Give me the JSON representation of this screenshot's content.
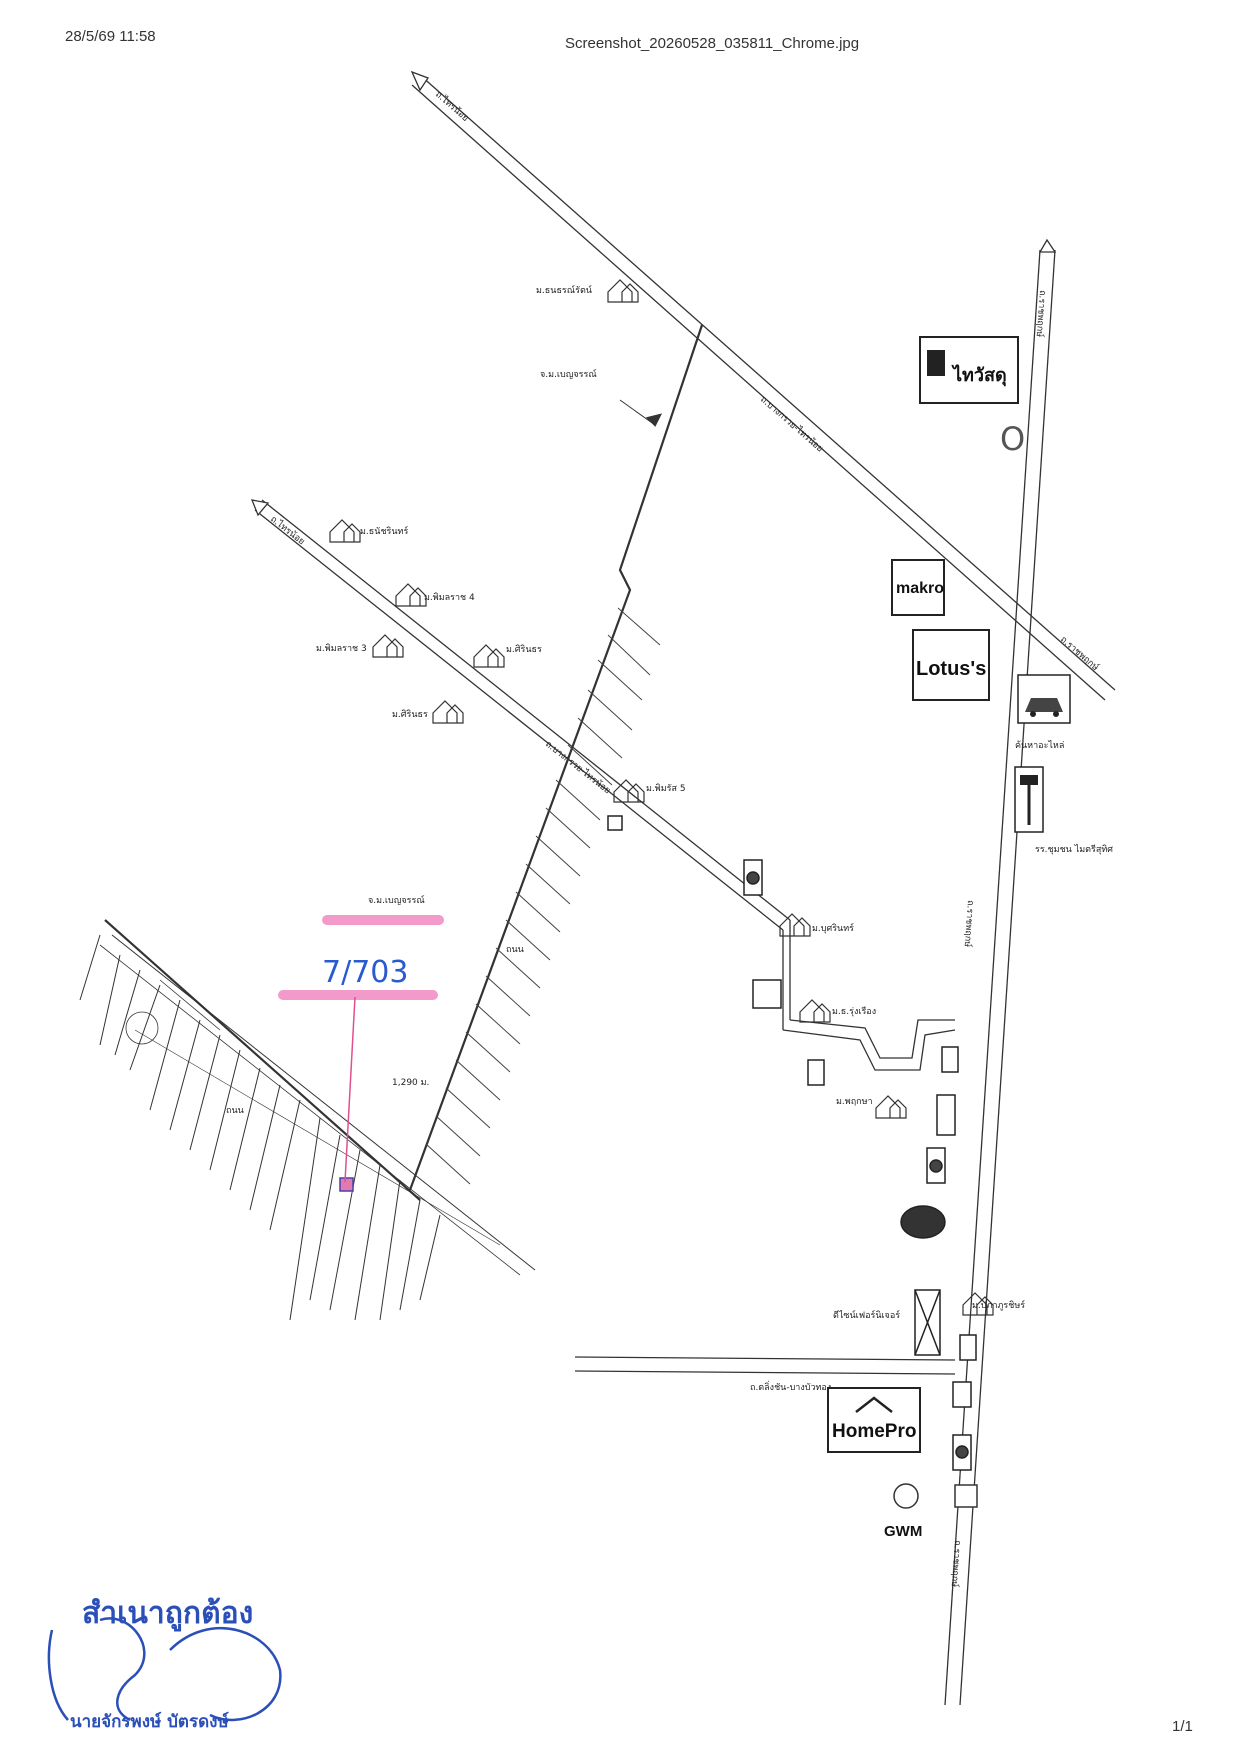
{
  "header": {
    "datetime": "28/5/69 11:58",
    "filename": "Screenshot_20260528_035811_Chrome.jpg"
  },
  "footer": {
    "page": "1/1"
  },
  "annotation": {
    "plot_number": "7/703"
  },
  "brands": {
    "thaiwatsadu": "ไทวัสดุ",
    "makro": "makro",
    "lotus": "Lotus's",
    "homepro": "HomePro",
    "gwm": "GWM"
  },
  "labels": {
    "road_top": "ถ.ไทรน้อย",
    "road_left": "ถ.ไทรน้อย",
    "road_diag": "ถ.บางกรวย-ไทรน้อย",
    "road_diag2": "ถ.บางกรวย-ไทรน้อย",
    "road_right": "ถ.ราชพฤกษ์",
    "road_ratchapruek_top": "ถ.ราชพฤกษ์",
    "road_ratchapruek_bottom": "ถ.ราชพฤกษ์",
    "road_bottom": "ถ.ตลิ่งชัน-บางบัวทอง",
    "village_1": "ม.ธนธรณ์รัตน์",
    "village_2": "ม.ธนัชรินทร์",
    "village_3": "ม.พิมลราช 4",
    "village_4": "ม.พิมลราช 3",
    "village_5": "ม.ศิรินธร",
    "village_6": "ม.ศิรินธร",
    "village_7": "ม.พิมรัส 5",
    "village_8": "ม.บุศรินทร์",
    "village_9": "ม.พฤกษา",
    "village_10": "ม.ธ.รุ่งเรือง",
    "village_11": "ม.ปภาภูรชิษร์",
    "project_1": "จ.ม.เบญจรรณ์",
    "project_2": "จ.ม.เบญจรรณ์",
    "car_service": "ค้นหาอะไหล่",
    "school": "รร.ชุมชน ไมตรีสุทิศ",
    "furniture": "ดีไซน์เฟอร์นิเจอร์",
    "distance": "1,290 ม.",
    "access_road": "ถนน"
  },
  "stamp": {
    "title": "สำเนาถูกต้อง",
    "name": "นายจักรพงษ์ บัตรดงษ์"
  }
}
